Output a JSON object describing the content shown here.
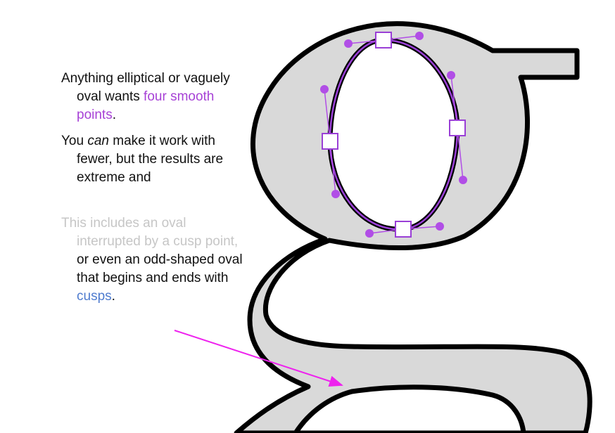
{
  "colors": {
    "glyph_fill": "#d9d9d9",
    "glyph_stroke": "#000000",
    "counter_fill": "#ffffff",
    "curve_purple": "#9a3fd6",
    "handle_purple": "#b14ee6",
    "arrow_magenta": "#ee22ee",
    "text": "#111111",
    "faded_text": "#c6c6c6",
    "highlight_purple": "#a742d6",
    "highlight_blue": "#4f7ccf"
  },
  "icons": {
    "anchor_point": "square-anchor-icon",
    "control_handle": "round-handle-icon"
  },
  "text": {
    "p1": {
      "a": "Anything elliptical or vaguely oval wants ",
      "b": "four smooth points",
      "c": "."
    },
    "p2": {
      "a": "You ",
      "b": "can",
      "c": " make it work with fewer, but the results are extreme and"
    },
    "p3": {
      "a": "This includes an oval interrupted by a cusp point,",
      "b": " or even an odd-shaped oval that begins and ends with ",
      "c": "cusps",
      "d": "."
    }
  }
}
